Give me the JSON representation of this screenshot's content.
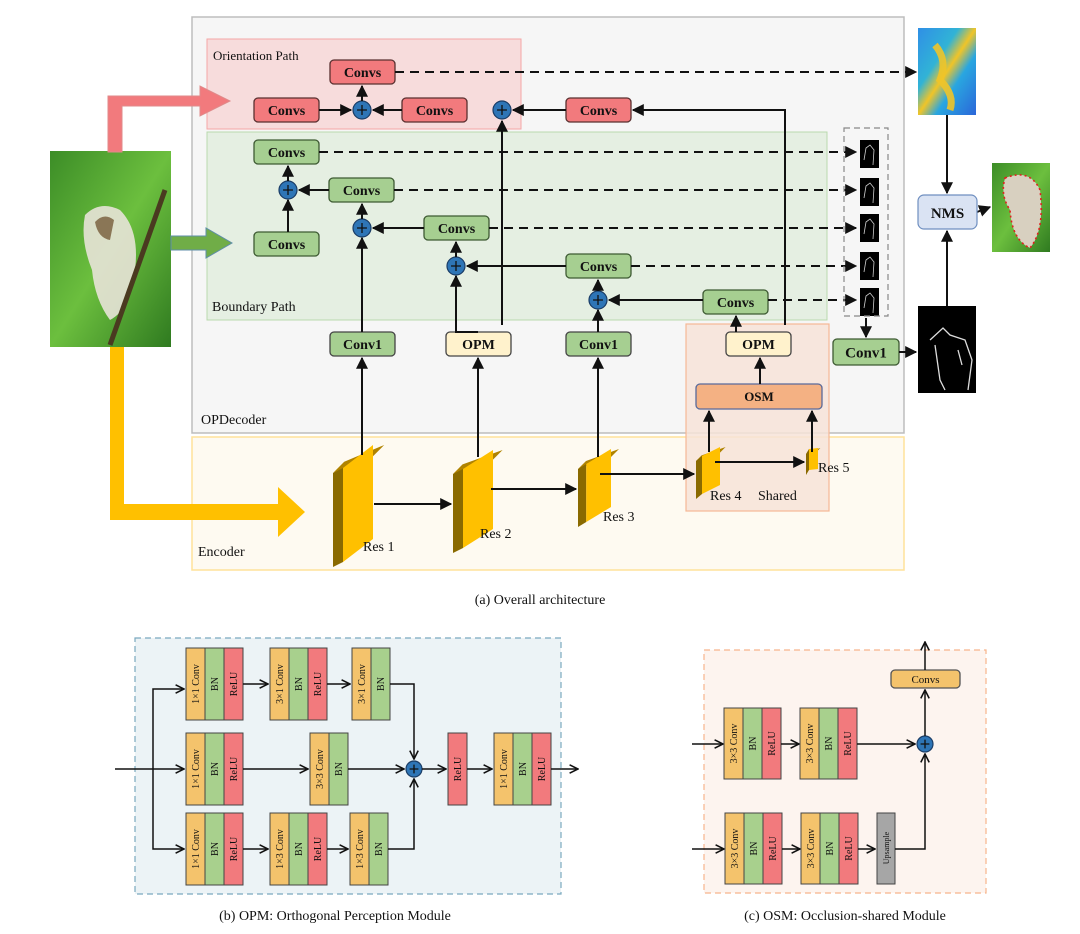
{
  "panel_a": {
    "caption": "(a)  Overall architecture",
    "orientation_path": {
      "title": "Orientation Path",
      "top_block": "Convs",
      "blocks": [
        "Convs",
        "Convs",
        "Convs"
      ],
      "color": "#f27a7d",
      "region_color": "#f7dcdc"
    },
    "boundary_path": {
      "title": "Boundary Path",
      "blocks": [
        "Convs",
        "Convs",
        "Convs",
        "Convs",
        "Convs",
        "Convs"
      ],
      "color": "#a6cf91",
      "region_color": "#e5efe2"
    },
    "decoder": {
      "title": "OPDecoder",
      "lateral_blocks": [
        "Conv1",
        "OPM",
        "Conv1",
        "OPM"
      ],
      "osm_label": "OSM",
      "fuse_block": "Conv1",
      "opm_color": "#fff2cc",
      "osm_color": "#f4b183"
    },
    "encoder": {
      "title": "Encoder",
      "stages": [
        "Res 1",
        "Res 2",
        "Res 3",
        "Res 4",
        "Res 5"
      ],
      "shared_label": "Shared",
      "color": "#ffc000"
    },
    "nms_label": "NMS",
    "images": {
      "input": "input-cat-image",
      "orientation_map": "orientation-map-image",
      "side_outputs": [
        "boundary-side-output-1",
        "boundary-side-output-2",
        "boundary-side-output-3",
        "boundary-side-output-4",
        "boundary-side-output-5"
      ],
      "boundary_map": "boundary-map-image",
      "result": "occlusion-result-image"
    }
  },
  "panel_b": {
    "caption": "(b)  OPM: Orthogonal Perception Module",
    "branches": [
      {
        "blocks": [
          [
            "1×1 Conv",
            "BN",
            "ReLU"
          ],
          [
            "3×1 Conv",
            "BN",
            "ReLU"
          ],
          [
            "3×1 Conv",
            "BN"
          ]
        ]
      },
      {
        "blocks": [
          [
            "1×1 Conv",
            "BN",
            "ReLU"
          ],
          [
            "3×3 Conv",
            "BN"
          ]
        ]
      },
      {
        "blocks": [
          [
            "1×1 Conv",
            "BN",
            "ReLU"
          ],
          [
            "1×3 Conv",
            "BN",
            "ReLU"
          ],
          [
            "1×3 Conv",
            "BN"
          ]
        ]
      }
    ],
    "post_relu": "ReLU",
    "tail_block": [
      "1×1 Conv",
      "BN",
      "ReLU"
    ]
  },
  "panel_c": {
    "caption": "(c)  OSM: Occlusion-shared Module",
    "top_branch": [
      [
        "3×3 Conv",
        "BN",
        "ReLU"
      ],
      [
        "3×3 Conv",
        "BN",
        "ReLU"
      ]
    ],
    "bottom_branch": [
      [
        "3×3 Conv",
        "BN",
        "ReLU"
      ],
      [
        "3×3 Conv",
        "BN",
        "ReLU"
      ]
    ],
    "upsample_label": "Upsample",
    "output_block": "Convs"
  },
  "colors": {
    "conv": "#f4c36c",
    "bn": "#a8d08d",
    "relu": "#f27a7d",
    "plus": "#2e75b6",
    "nms": "#dae3f3",
    "upsample": "#a6a6a6"
  }
}
